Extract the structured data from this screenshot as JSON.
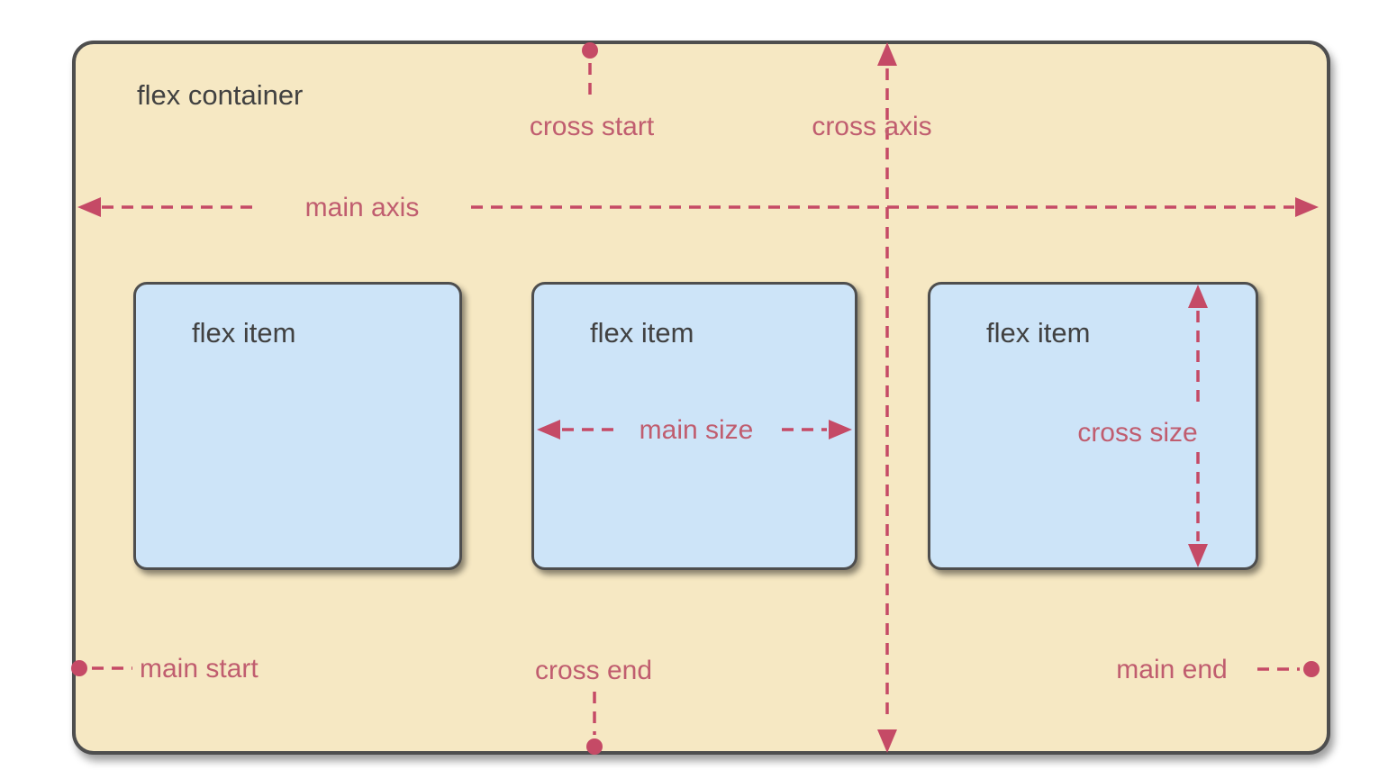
{
  "diagram": {
    "container_label": "flex container",
    "items": [
      {
        "label": "flex item"
      },
      {
        "label": "flex item"
      },
      {
        "label": "flex item"
      }
    ],
    "annotations": {
      "cross_start": "cross start",
      "cross_axis": "cross axis",
      "main_axis": "main axis",
      "main_size": "main size",
      "cross_size": "cross size",
      "main_start": "main start",
      "cross_end": "cross end",
      "main_end": "main end"
    },
    "colors": {
      "page_bg": "#ffffff",
      "container_bg": "#f6e8c3",
      "container_border": "#4e4e4e",
      "item_bg": "#cde4f8",
      "item_border": "#4e4e4e",
      "label_text": "#414141",
      "accent": "#c54a66",
      "accent_text": "#c05d6f"
    }
  }
}
